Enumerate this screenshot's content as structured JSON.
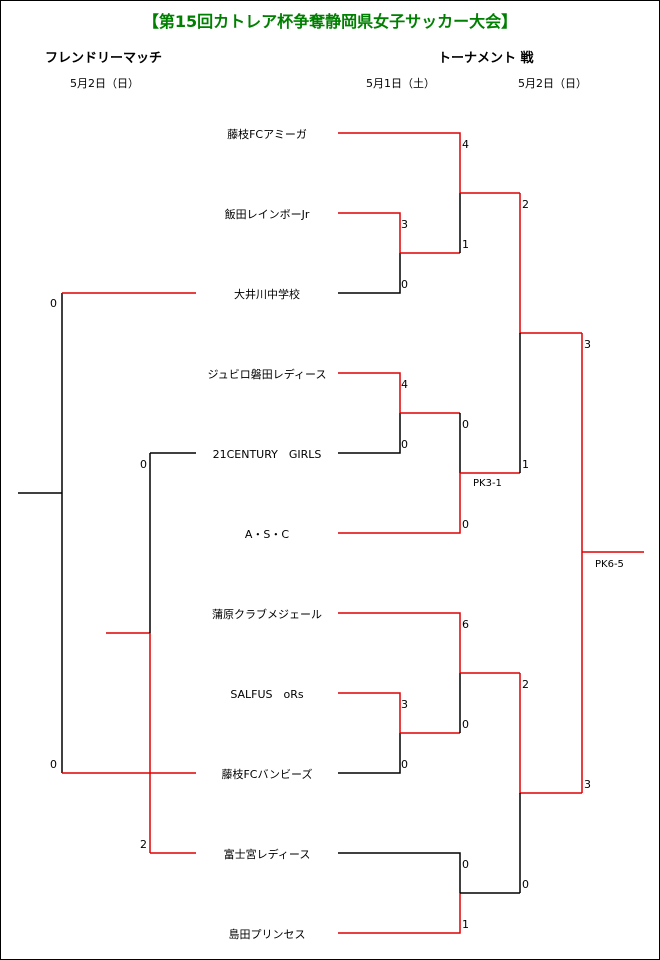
{
  "title": "【第15回カトレア杯争奪静岡県女子サッカー大会】",
  "headers": {
    "friendly": "フレンドリーマッチ",
    "tournament": "トーナメント 戦"
  },
  "dates": {
    "friendly": "5月2日（日）",
    "round1": "5月1日（土）",
    "round2": "5月2日（日）"
  },
  "teams": [
    "藤枝FCアミーガ",
    "飯田レインボーJr",
    "大井川中学校",
    "ジュビロ磐田レディース",
    "21CENTURY　GIRLS",
    "A・S・C",
    "蒲原クラブメジェール",
    "SALFUS　oRs",
    "藤枝FCバンビーズ",
    "富士宮レディース",
    "島田プリンセス"
  ],
  "scores": {
    "r1_a_top": "3",
    "r1_a_bot": "0",
    "r2_a_top": "4",
    "r2_a_bot": "1",
    "r1_b_top": "4",
    "r1_b_bot": "0",
    "r2_b_top": "0",
    "r2_b_bot": "0",
    "sf_top_top": "2",
    "sf_top_bot": "1",
    "r1_c_top": "3",
    "r1_c_bot": "0",
    "r2_c_top": "6",
    "r2_c_bot": "0",
    "r1_d_top": "0",
    "r1_d_bot": "1",
    "sf_bot_top": "2",
    "sf_bot_bot": "0",
    "final_top": "3",
    "final_bot": "3",
    "fr_outer_top": "0",
    "fr_outer_bot": "0",
    "fr_inner_top": "0",
    "fr_inner_bot": "2"
  },
  "pk": {
    "sf_top": "PK3-1",
    "final": "PK6-5"
  },
  "colors": {
    "title": "#008000",
    "winner_line": "#e00000",
    "line": "#000000"
  }
}
